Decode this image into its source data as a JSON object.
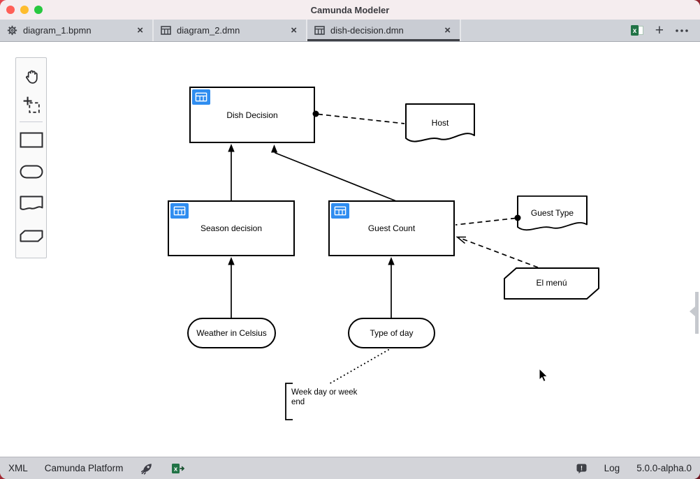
{
  "window": {
    "title": "Camunda Modeler"
  },
  "tab_bar": {
    "tabs": [
      {
        "label": "diagram_1.bpmn",
        "icon": "gear-icon",
        "close": "×"
      },
      {
        "label": "diagram_2.dmn",
        "icon": "table-icon",
        "close": "×"
      },
      {
        "label": "dish-decision.dmn",
        "icon": "table-icon",
        "close": "×"
      }
    ],
    "new_tab_label": "+"
  },
  "icons": {
    "tab1": "bpmn-gear-icon",
    "tab2": "dmn-table-icon",
    "excel_sheet": "spreadsheet-icon",
    "more": "ellipsis-icon",
    "rocket": "deploy-rocket-icon",
    "excel_arrow": "export-spreadsheet-icon",
    "warning": "log-alert-icon"
  },
  "diagram": {
    "decisions": [
      {
        "label": "Dish Decision"
      },
      {
        "label": "Season decision"
      },
      {
        "label": "Guest Count"
      }
    ],
    "knowledge_sources": [
      {
        "label": "Host"
      },
      {
        "label": "Guest Type"
      }
    ],
    "business_knowledge_models": [
      {
        "label": "El menú"
      }
    ],
    "input_data": [
      {
        "label": "Weather in Celsius"
      },
      {
        "label": "Type of day"
      }
    ],
    "annotations": [
      {
        "label": "Week day or week end"
      }
    ]
  },
  "status_bar": {
    "xml_label": "XML",
    "platform_label": "Camunda Platform",
    "log_label": "Log",
    "version": "5.0.0-alpha.0"
  },
  "colors": {
    "decision_icon_blue": "#2f8df0",
    "tab_bar": "#cfd2d8",
    "active_tab_underline": "#3f4147",
    "title_bar": "#f5edef",
    "status_bar": "#d3d4d9",
    "excel_green": "#217346"
  }
}
